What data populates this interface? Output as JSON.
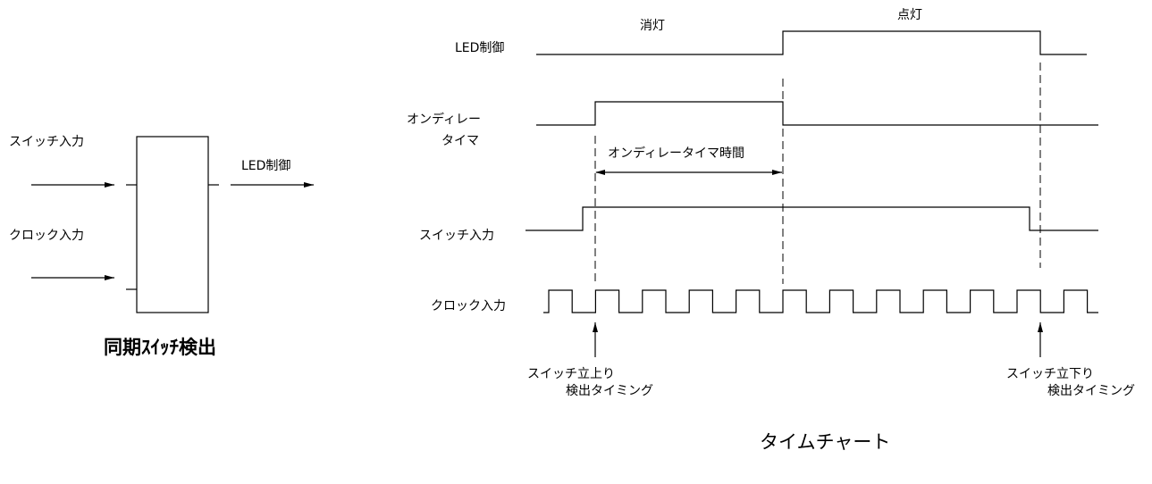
{
  "block_diagram": {
    "switch_input_label": "スイッチ入力",
    "clock_input_label": "クロック入力",
    "led_output_label": "LED制御",
    "title": "同期ｽｲｯﾁ検出"
  },
  "timing_chart": {
    "state_off_label": "消灯",
    "state_on_label": "点灯",
    "signals": {
      "led": "LED制御",
      "ondelay_line1": "オンディレー",
      "ondelay_line2": "タイマ",
      "switch": "スイッチ入力",
      "clock": "クロック入力"
    },
    "ondelay_time_label": "オンディレータイマ時間",
    "rise_detect": {
      "line1": "スイッチ立上り",
      "line2": "検出タイミング"
    },
    "fall_detect": {
      "line1": "スイッチ立下り",
      "line2": "検出タイミング"
    },
    "title": "タイムチャート",
    "clock_pulse_count": 12
  }
}
